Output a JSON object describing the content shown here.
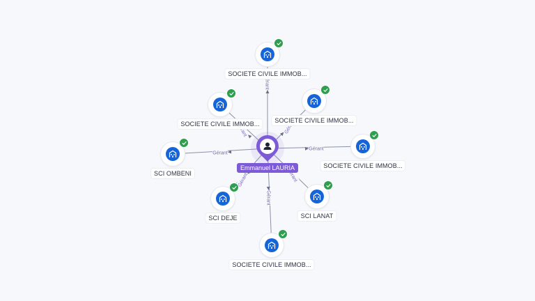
{
  "center": {
    "name": "Emmanuel LAURIA",
    "icon": "person-icon",
    "color": "#7e5bd6"
  },
  "relation_label": "Gérant",
  "colors": {
    "company": "#1565d8",
    "verified": "#2e9e4f",
    "edge": "#8a8fa6"
  },
  "companies": [
    {
      "label": "SOCIETE CIVILE IMMOB...",
      "icon": "building-icon",
      "verified": true
    },
    {
      "label": "SOCIETE CIVILE IMMOB...",
      "icon": "building-icon",
      "verified": true
    },
    {
      "label": "SOCIETE CIVILE IMMOB...",
      "icon": "building-icon",
      "verified": true
    },
    {
      "label": "SOCIETE CIVILE IMMOB...",
      "icon": "building-icon",
      "verified": true
    },
    {
      "label": "SCI OMBENI",
      "icon": "building-icon",
      "verified": true
    },
    {
      "label": "SCI DEJE",
      "icon": "building-icon",
      "verified": true
    },
    {
      "label": "SCI LANAT",
      "icon": "building-icon",
      "verified": true
    },
    {
      "label": "SOCIETE CIVILE IMMOB...",
      "icon": "building-icon",
      "verified": true
    }
  ]
}
